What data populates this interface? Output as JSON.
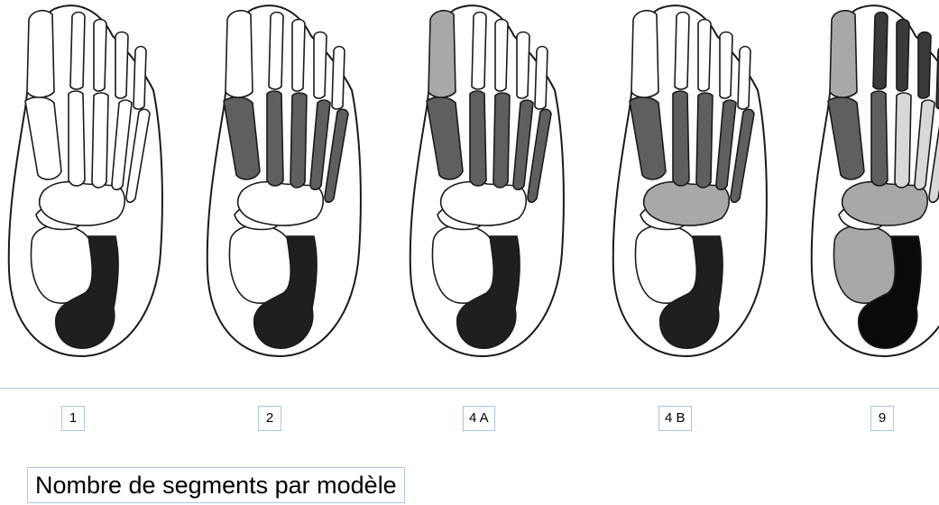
{
  "models": [
    {
      "label": "1",
      "fills": {
        "calcaneus": "#ffffff",
        "talus": "#ffffff",
        "tarsals": "#ffffff",
        "meta1": "#ffffff",
        "meta2": "#ffffff",
        "meta3": "#ffffff",
        "meta4": "#ffffff",
        "meta5": "#ffffff",
        "hallux": "#ffffff",
        "toes": "#ffffff",
        "heel": "#1f1f1f"
      }
    },
    {
      "label": "2",
      "fills": {
        "calcaneus": "#ffffff",
        "talus": "#ffffff",
        "tarsals": "#ffffff",
        "meta1": "#5f5f5f",
        "meta2": "#5f5f5f",
        "meta3": "#5f5f5f",
        "meta4": "#5f5f5f",
        "meta5": "#5f5f5f",
        "hallux": "#ffffff",
        "toes": "#ffffff",
        "heel": "#1f1f1f"
      }
    },
    {
      "label": "4 A",
      "fills": {
        "calcaneus": "#ffffff",
        "talus": "#ffffff",
        "tarsals": "#ffffff",
        "meta1": "#5f5f5f",
        "meta2": "#5f5f5f",
        "meta3": "#5f5f5f",
        "meta4": "#5f5f5f",
        "meta5": "#5f5f5f",
        "hallux": "#a8a8a8",
        "toes": "#ffffff",
        "heel": "#1f1f1f"
      }
    },
    {
      "label": "4 B",
      "fills": {
        "calcaneus": "#ffffff",
        "talus": "#ffffff",
        "tarsals": "#a8a8a8",
        "meta1": "#5f5f5f",
        "meta2": "#5f5f5f",
        "meta3": "#5f5f5f",
        "meta4": "#5f5f5f",
        "meta5": "#5f5f5f",
        "hallux": "#ffffff",
        "toes": "#ffffff",
        "heel": "#1f1f1f"
      }
    },
    {
      "label": "9",
      "fills": {
        "calcaneus": "#a8a8a8",
        "talus": "#ffffff",
        "tarsals": "#a8a8a8",
        "meta1": "#5f5f5f",
        "meta2": "#5f5f5f",
        "meta3": "#d8d8d8",
        "meta4": "#d8d8d8",
        "meta5": "#d8d8d8",
        "hallux": "#a8a8a8",
        "toes": "#3a3a3a",
        "heel": "#0a0a0a"
      }
    }
  ],
  "caption": "Nombre de segments par modèle"
}
